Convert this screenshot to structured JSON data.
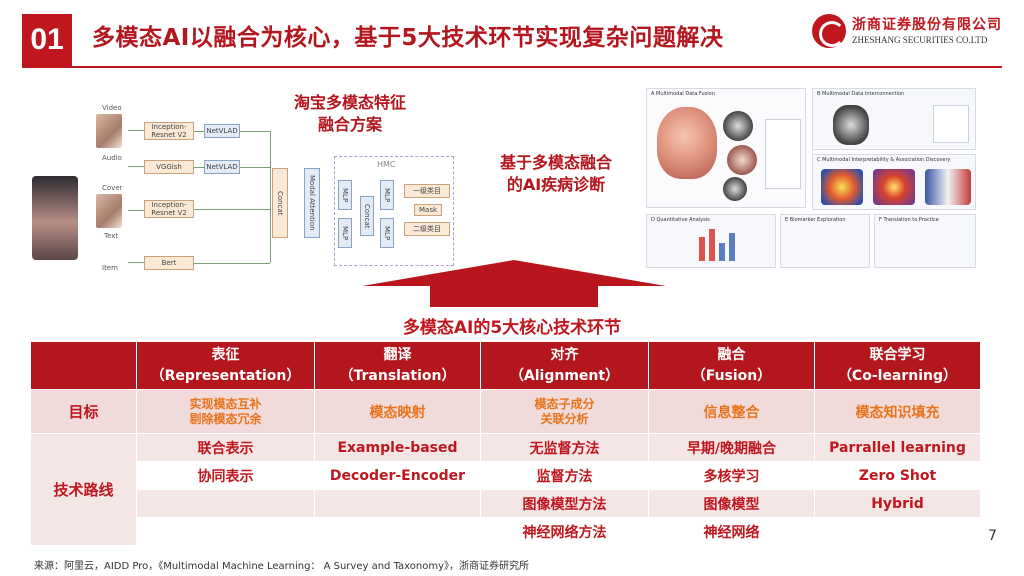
{
  "header": {
    "number": "01",
    "title": "多模态AI以融合为核心，基于5大技术环节实现复杂问题解决"
  },
  "logo": {
    "cn": "浙商证券股份有限公司",
    "en": "ZHESHANG SECURITIES CO.LTD"
  },
  "left_figure": {
    "caption_line1": "淘宝多模态特征",
    "caption_line2": "融合方案",
    "inputs": [
      "Video",
      "Audio",
      "Cover",
      "Text",
      "Item"
    ],
    "boxes": {
      "inception1": "Inception-Resnet V2",
      "netvlad1": "NetVLAD",
      "vggish": "VGGish",
      "netvlad2": "NetVLAD",
      "inception2": "Inception-Resnet V2",
      "bert": "Bert",
      "concat": "Concat",
      "modal_attention": "Modal Attention",
      "mlp1": "MLP",
      "mlp2": "MLP",
      "concat2": "Concat",
      "mlp3": "MLP",
      "mlp4": "MLP",
      "level1": "一级类目",
      "mask": "Mask",
      "level2": "二级类目"
    },
    "hmc_label": "HMC"
  },
  "right_figure": {
    "caption_line1": "基于多模态融合",
    "caption_line2": "的AI疾病诊断",
    "panels": {
      "a": "A  Multimodal Data Fusion",
      "b": "B  Multimodal Data Interconnection",
      "c": "C  Multimodal Interpretability & Association Discovery",
      "d": "D  Quantitative Analysis",
      "e": "E  Biomarker Exploration",
      "f": "F  Translation to Practice"
    }
  },
  "subtitle": "多模态AI的5大核心技术环节",
  "table": {
    "headers": [
      {
        "line1": "表征",
        "line2": "（Representation）"
      },
      {
        "line1": "翻译",
        "line2": "（Translation）"
      },
      {
        "line1": "对齐",
        "line2": "（Alignment）"
      },
      {
        "line1": "融合",
        "line2": "（Fusion）"
      },
      {
        "line1": "联合学习",
        "line2": "（Co-learning）"
      }
    ],
    "goal_label": "目标",
    "goals": [
      {
        "line1": "实现模态互补",
        "line2": "剔除模态冗余"
      },
      {
        "line1": "模态映射",
        "line2": ""
      },
      {
        "line1": "模态子成分",
        "line2": "关联分析"
      },
      {
        "line1": "信息整合",
        "line2": ""
      },
      {
        "line1": "模态知识填充",
        "line2": ""
      }
    ],
    "tech_label": "技术路线",
    "tech_rows": [
      [
        "联合表示",
        "Example-based",
        "无监督方法",
        "早期/晚期融合",
        "Parrallel learning"
      ],
      [
        "协同表示",
        "Decoder-Encoder",
        "监督方法",
        "多核学习",
        "Zero Shot"
      ],
      [
        "",
        "",
        "图像模型方法",
        "图像模型",
        "Hybrid"
      ],
      [
        "",
        "",
        "神经网络方法",
        "神经网络",
        ""
      ]
    ]
  },
  "page_number": "7",
  "source": "来源：阿里云，AIDD Pro，《Multimodal Machine Learning： A Survey and Taxonomy》，浙商证券研究所",
  "colors": {
    "brand_red": "#c0161d",
    "goal_orange": "#e9731a",
    "row_pink": "#f1dada"
  }
}
